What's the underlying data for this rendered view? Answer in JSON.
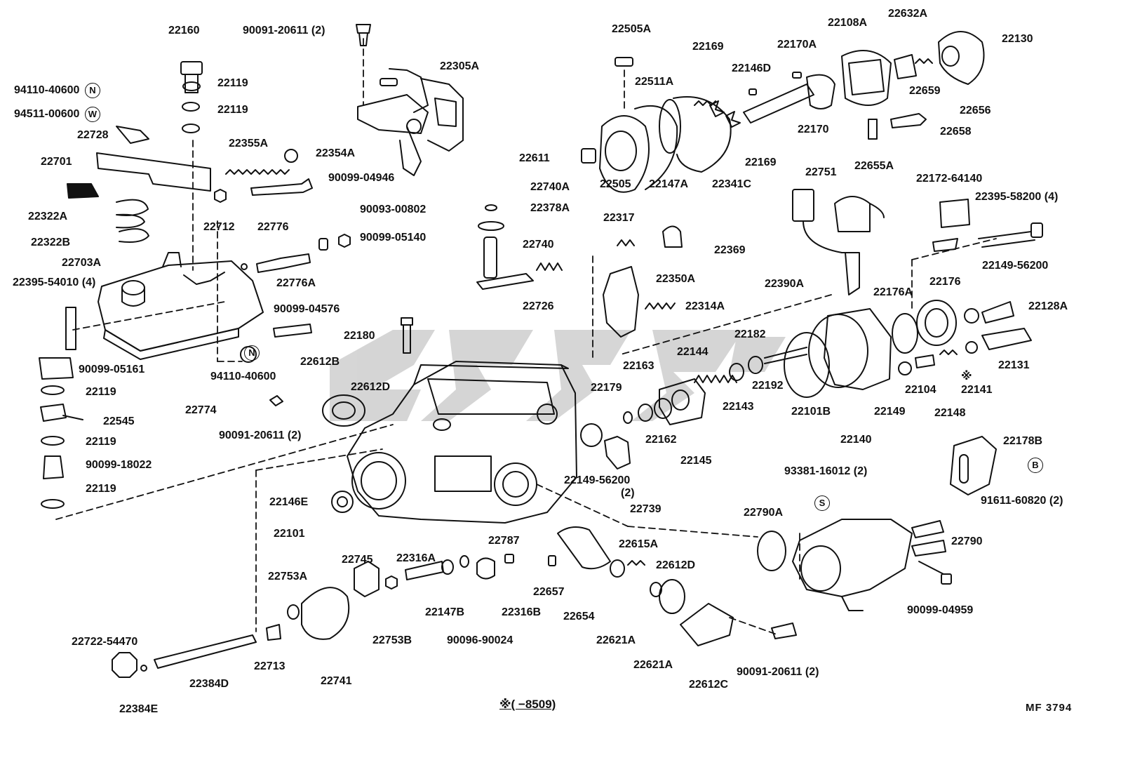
{
  "parts": {
    "p22160": "22160",
    "p90091_top": "90091-20611 (2)",
    "p22305A": "22305A",
    "p94110_top": "94110-40600",
    "p94511": "94511-00600",
    "p22728": "22728",
    "p22119_a": "22119",
    "p22119_b": "22119",
    "p22355A": "22355A",
    "p22354A": "22354A",
    "p22701": "22701",
    "p90099_04946": "90099-04946",
    "p22322A": "22322A",
    "p22712": "22712",
    "p22776": "22776",
    "p90093": "90093-00802",
    "p90099_05140": "90099-05140",
    "p22322B": "22322B",
    "p22703A": "22703A",
    "p22776A": "22776A",
    "p22395_54010": "22395-54010 (4)",
    "p90099_04576": "90099-04576",
    "p94110_mid": "94110-40600",
    "p90099_05161": "90099-05161",
    "p22119_c": "22119",
    "p22545": "22545",
    "p22119_d": "22119",
    "p90099_18022": "90099-18022",
    "p22119_e": "22119",
    "p22774": "22774",
    "p22180": "22180",
    "p22612B": "22612B",
    "p22612D_a": "22612D",
    "p90091_mid": "90091-20611 (2)",
    "p22146E": "22146E",
    "p22101": "22101",
    "p22505A": "22505A",
    "p22169_a": "22169",
    "p22170A": "22170A",
    "p22108A": "22108A",
    "p22632A": "22632A",
    "p22130": "22130",
    "p22511A": "22511A",
    "p22146D": "22146D",
    "p22659": "22659",
    "p22656": "22656",
    "p22658": "22658",
    "p22170": "22170",
    "p22611": "22611",
    "p22169_b": "22169",
    "p22505": "22505",
    "p22147A": "22147A",
    "p22341C": "22341C",
    "p22655A": "22655A",
    "p22740A": "22740A",
    "p22378A": "22378A",
    "p22317": "22317",
    "p22369": "22369",
    "p22740": "22740",
    "p22751": "22751",
    "p22172": "22172-64140",
    "p22395_58200": "22395-58200 (4)",
    "p22350A": "22350A",
    "p22726": "22726",
    "p22314A": "22314A",
    "p22390A": "22390A",
    "p22149_56200_a": "22149-56200",
    "p22176A": "22176A",
    "p22176": "22176",
    "p22128A": "22128A",
    "p22144": "22144",
    "p22182": "22182",
    "p22163": "22163",
    "p22179": "22179",
    "p22192": "22192",
    "p22143": "22143",
    "p22101B": "22101B",
    "p22104": "22104",
    "p22141": "22141",
    "p22131": "22131",
    "p22149": "22149",
    "p22148": "22148",
    "p22162": "22162",
    "p22145": "22145",
    "p22140": "22140",
    "p22178B": "22178B",
    "p22149_56200_b": "22149-56200",
    "p22149_2": "(2)",
    "p93381": "93381-16012 (2)",
    "p22739": "22739",
    "p91611": "91611-60820 (2)",
    "p22790A": "22790A",
    "p22790": "22790",
    "p22787": "22787",
    "p22615A": "22615A",
    "p22745": "22745",
    "p22316A": "22316A",
    "p22612D_b": "22612D",
    "p22753A": "22753A",
    "p22657": "22657",
    "p22147B": "22147B",
    "p22316B": "22316B",
    "p22654": "22654",
    "p22753B": "22753B",
    "p90096": "90096-90024",
    "p22621A_a": "22621A",
    "p90099_04959": "90099-04959",
    "p22722": "22722-54470",
    "p22713": "22713",
    "p22384D": "22384D",
    "p22741": "22741",
    "p22621A_b": "22621A",
    "p90091_bot": "90091-20611 (2)",
    "p22612C": "22612C",
    "p22384E": "22384E"
  },
  "markers": {
    "N": "N",
    "W": "W",
    "S": "S",
    "B": "B",
    "asterisk": "※"
  },
  "footnote": "※(     −8509)",
  "figure_code": "MF  3794",
  "colors": {
    "ink": "#111111",
    "paper": "#ffffff",
    "watermark": "#c8c8c8"
  }
}
